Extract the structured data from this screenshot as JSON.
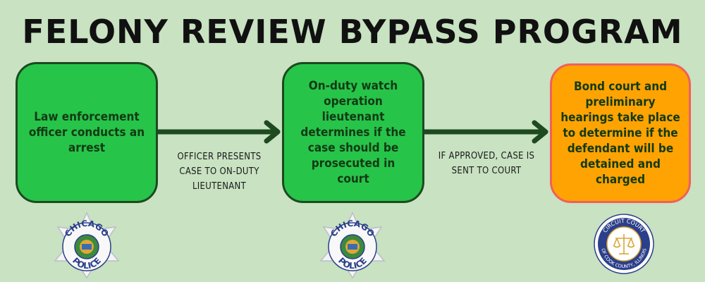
{
  "title": "FELONY REVIEW BYPASS PROGRAM",
  "steps": [
    {
      "text": "Law enforcement officer conducts an arrest"
    },
    {
      "text": "On-duty watch operation lieutenant determines if the case should be prosecuted in court"
    },
    {
      "text": "Bond court and preliminary hearings take place to determine if the defendant will be detained and charged"
    }
  ],
  "connectors": [
    {
      "lines": [
        "OFFICER PRESENTS",
        "CASE TO ON-DUTY",
        "LIEUTENANT"
      ]
    },
    {
      "lines": [
        "IF APPROVED, CASE IS",
        "SENT TO COURT"
      ]
    }
  ],
  "logos": {
    "police_badge": {
      "top_text": "CHICAGO",
      "bottom_text": "POLICE"
    },
    "court_seal": {
      "top_text": "CIRCUIT COURT",
      "bottom_text": "OF COOK COUNTY, ILLINOIS"
    }
  },
  "colors": {
    "background": "#c8e2c2",
    "step_green": "#27c44a",
    "step_orange": "#ffa302",
    "arrow": "#1d4a1f"
  }
}
